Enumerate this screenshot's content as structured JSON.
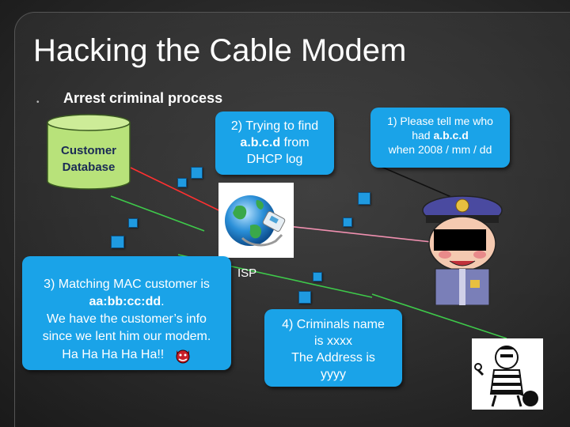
{
  "title": "Hacking the Cable Modem",
  "subtitle": "Arrest criminal process",
  "database": {
    "line1": "Customer",
    "line2": "Database"
  },
  "step2": {
    "pre": "2) Trying to find",
    "bold": "a.b.c.d",
    "post": " from",
    "line3": "DHCP log"
  },
  "step1": {
    "line1": "1) Please tell me who",
    "pre": "had ",
    "bold": "a.b.c.d",
    "line3": "when 2008 / mm / dd"
  },
  "step3": {
    "line1": "3) Matching MAC customer is",
    "bold": "aa:bb:cc:dd",
    "dot": ".",
    "line3": "We have the customer’s info",
    "line4": "since we lent him our modem.",
    "line5": "Ha Ha Ha Ha Ha!!"
  },
  "isp_label": "ISP",
  "step4": {
    "line1": "4) Criminals name",
    "line2": "is xxxx",
    "line3": "The Address is",
    "line4": "yyyy"
  },
  "colors": {
    "box_blue": "#1aa3e8",
    "db_green": "#b8e27a",
    "line_red": "#ff3030",
    "line_green": "#3ec94a",
    "line_pink": "#f090b0",
    "line_black": "#111111"
  },
  "icons": [
    "database-cylinder-icon",
    "globe-network-icon",
    "police-officer-icon",
    "criminal-icon",
    "devil-face-icon"
  ]
}
